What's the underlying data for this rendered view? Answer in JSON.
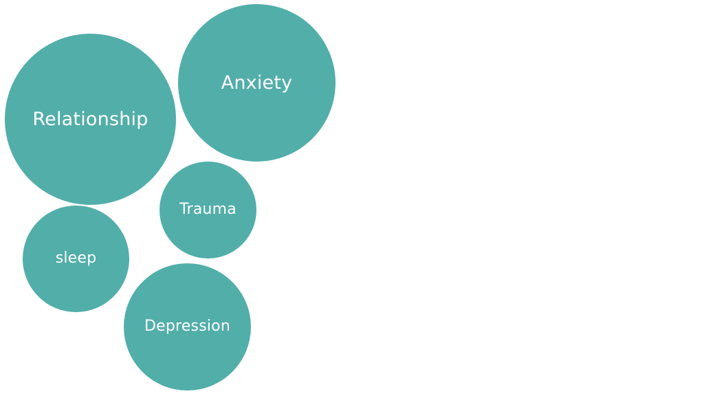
{
  "colors": {
    "bubble_fill": "#52aea9",
    "bubble_text": "#ffffff",
    "background": "#ffffff"
  },
  "bubbles": [
    {
      "label": "Relationship"
    },
    {
      "label": "Anxiety"
    },
    {
      "label": "Trauma"
    },
    {
      "label": "sleep"
    },
    {
      "label": "Depression"
    }
  ]
}
